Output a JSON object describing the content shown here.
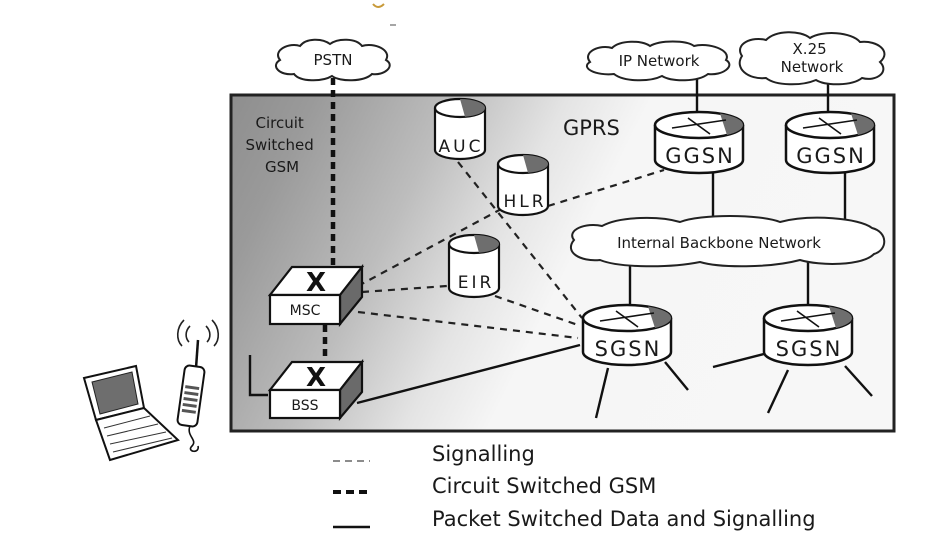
{
  "diagram": {
    "regions": {
      "gsm_label": [
        "Circuit",
        "Switched",
        "GSM"
      ],
      "gprs_label": "GPRS"
    },
    "clouds": {
      "pstn": [
        "PSTN"
      ],
      "ip": [
        "IP Network"
      ],
      "x25": [
        "X.25",
        "Network"
      ],
      "backbone": [
        "Internal Backbone Network"
      ]
    },
    "nodes": {
      "auc": "AUC",
      "hlr": "HLR",
      "eir": "EIR",
      "msc": "MSC",
      "bss": "BSS",
      "ggsn1": "GGSN",
      "ggsn2": "GGSN",
      "sgsn1": "SGSN",
      "sgsn2": "SGSN"
    },
    "edges": [
      {
        "from": "pstn",
        "to": "msc",
        "type": "circuit"
      },
      {
        "from": "msc",
        "to": "bss",
        "type": "circuit"
      },
      {
        "from": "msc",
        "to": "hlr",
        "type": "signalling"
      },
      {
        "from": "msc",
        "to": "eir",
        "type": "signalling"
      },
      {
        "from": "msc",
        "to": "sgsn1",
        "type": "signalling"
      },
      {
        "from": "auc",
        "to": "sgsn1",
        "type": "signalling"
      },
      {
        "from": "eir",
        "to": "sgsn1",
        "type": "signalling"
      },
      {
        "from": "hlr",
        "to": "ggsn1",
        "type": "signalling"
      },
      {
        "from": "bss",
        "to": "sgsn1",
        "type": "packet"
      },
      {
        "from": "ip",
        "to": "ggsn1",
        "type": "packet"
      },
      {
        "from": "x25",
        "to": "ggsn2",
        "type": "packet"
      },
      {
        "from": "ggsn1",
        "to": "backbone",
        "type": "packet"
      },
      {
        "from": "ggsn2",
        "to": "backbone",
        "type": "packet"
      },
      {
        "from": "backbone",
        "to": "sgsn1",
        "type": "packet"
      },
      {
        "from": "backbone",
        "to": "sgsn2",
        "type": "packet"
      }
    ],
    "legend": [
      {
        "style": "signalling",
        "label": "Signalling"
      },
      {
        "style": "circuit",
        "label": "Circuit Switched GSM"
      },
      {
        "style": "packet",
        "label": "Packet Switched Data and Signalling"
      }
    ],
    "colors": {
      "frame_stroke": "#222222",
      "region_dark": "#8f8f8f",
      "region_light": "#f5f5f5",
      "node_fill": "#ffffff",
      "node_shade": "#6e6e6e"
    }
  }
}
